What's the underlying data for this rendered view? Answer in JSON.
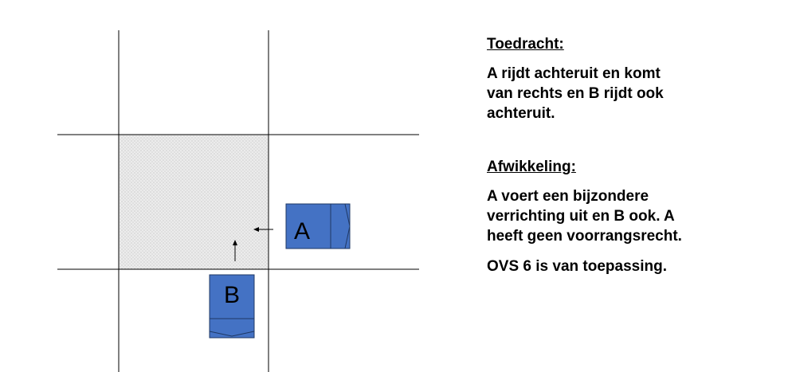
{
  "diagram": {
    "vehicle_a_label": "A",
    "vehicle_b_label": "B",
    "colors": {
      "vehicle_fill": "#4472c4",
      "vehicle_stroke": "#1f3864",
      "intersection_fill": "#e4e4e4",
      "road_line": "#000000"
    }
  },
  "text": {
    "toedracht_heading": "Toedracht:",
    "toedracht_body": "A rijdt achteruit en komt van rechts en B rijdt ook achteruit.",
    "afwikkeling_heading": "Afwikkeling:",
    "afwikkeling_body": "A voert een bijzondere verrichting uit en B ook. A heeft geen voorrangsrecht.",
    "ovs_line": "OVS 6 is van toepassing."
  }
}
